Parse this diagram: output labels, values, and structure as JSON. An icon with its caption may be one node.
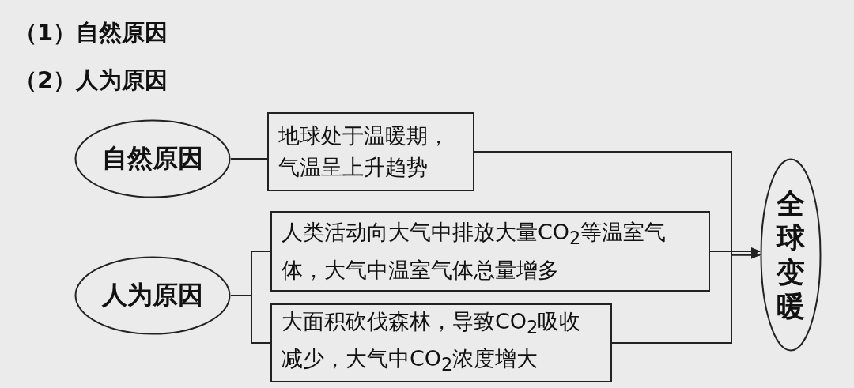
{
  "diagram": {
    "nodes": [
      {
        "text": [
          "自然原因"
        ]
      },
      {
        "text": [
          "地球处于温暖期，气温呈上升趋势"
        ]
      },
      {
        "text": [
          "人为原因"
        ]
      },
      {
        "text": [
          "人类活动向大气中排放大量CO$_{2}$等温室气体，大气中温室气体总量增多"
        ]
      },
      {
        "text": [
          "大面积砍伐森林，导致CO$_{2}$吸收减少，大气中CO$_{2}$浓度增大"
        ]
      },
      {
        "text": [
          "全球变暖"
        ]
      }
    ],
    "edges": [
      {
        "from": 0,
        "to": 1,
        "arrow": "none"
      },
      {
        "from": 2,
        "to": 3,
        "arrow": "none"
      },
      {
        "from": 2,
        "to": 4,
        "arrow": "none"
      },
      {
        "from": 1,
        "to": 5,
        "arrow": "to"
      },
      {
        "from": 3,
        "to": 5,
        "arrow": "to"
      },
      {
        "from": 4,
        "to": 5,
        "arrow": "to"
      }
    ],
    "labels": [
      "（1）自然原因",
      "（2）人为原因"
    ]
  }
}
